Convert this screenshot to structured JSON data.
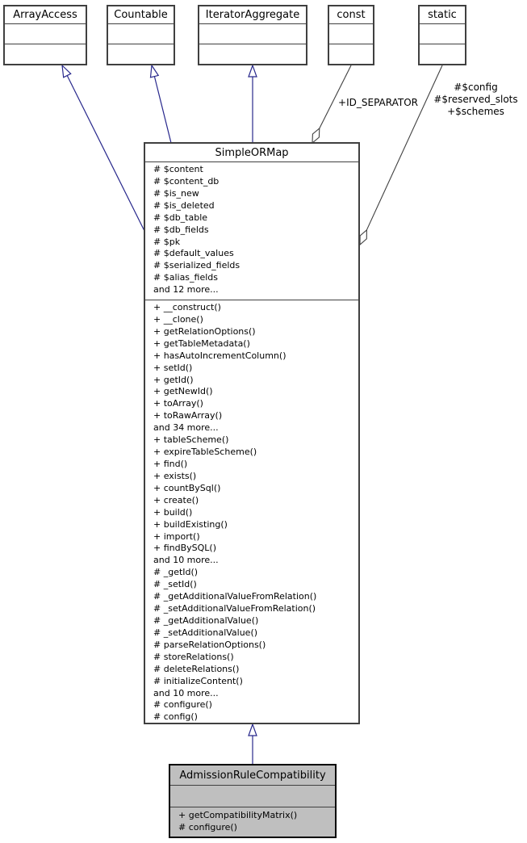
{
  "colors": {
    "background": "#ffffff",
    "node_border": "#404040",
    "node_fill": "#ffffff",
    "highlight_node_fill": "#bfbfbf",
    "inheritance_edge": "#28288c",
    "usage_edge": "#404040",
    "text": "#000000"
  },
  "classes": {
    "array_access": {
      "title": "ArrayAccess"
    },
    "countable": {
      "title": "Countable"
    },
    "iterator_aggregate": {
      "title": "IteratorAggregate"
    },
    "const": {
      "title": "const"
    },
    "static": {
      "title": "static"
    },
    "simple_or_map": {
      "title": "SimpleORMap",
      "attributes": [
        "# $content",
        "# $content_db",
        "# $is_new",
        "# $is_deleted",
        "# $db_table",
        "# $db_fields",
        "# $pk",
        "# $default_values",
        "# $serialized_fields",
        "# $alias_fields",
        "and 12 more..."
      ],
      "methods": [
        "+ __construct()",
        "+ __clone()",
        "+ getRelationOptions()",
        "+ getTableMetadata()",
        "+ hasAutoIncrementColumn()",
        "+ setId()",
        "+ getId()",
        "+ getNewId()",
        "+ toArray()",
        "+ toRawArray()",
        "and 34 more...",
        "+ tableScheme()",
        "+ expireTableScheme()",
        "+ find()",
        "+ exists()",
        "+ countBySql()",
        "+ create()",
        "+ build()",
        "+ buildExisting()",
        "+ import()",
        "+ findBySQL()",
        "and 10 more...",
        "# _getId()",
        "# _setId()",
        "# _getAdditionalValueFromRelation()",
        "# _setAdditionalValueFromRelation()",
        "# _getAdditionalValue()",
        "# _setAdditionalValue()",
        "# parseRelationOptions()",
        "# storeRelations()",
        "# deleteRelations()",
        "# initializeContent()",
        "and 10 more...",
        "# configure()",
        "# config()"
      ]
    },
    "admission_rule_compatibility": {
      "title": "AdmissionRuleCompatibility",
      "methods": [
        "+ getCompatibilityMatrix()",
        "# configure()"
      ]
    }
  },
  "edge_labels": {
    "const_usage": "+ID_SEPARATOR",
    "static_usage": [
      "#$config",
      "#$reserved_slots",
      "+$schemes"
    ]
  }
}
